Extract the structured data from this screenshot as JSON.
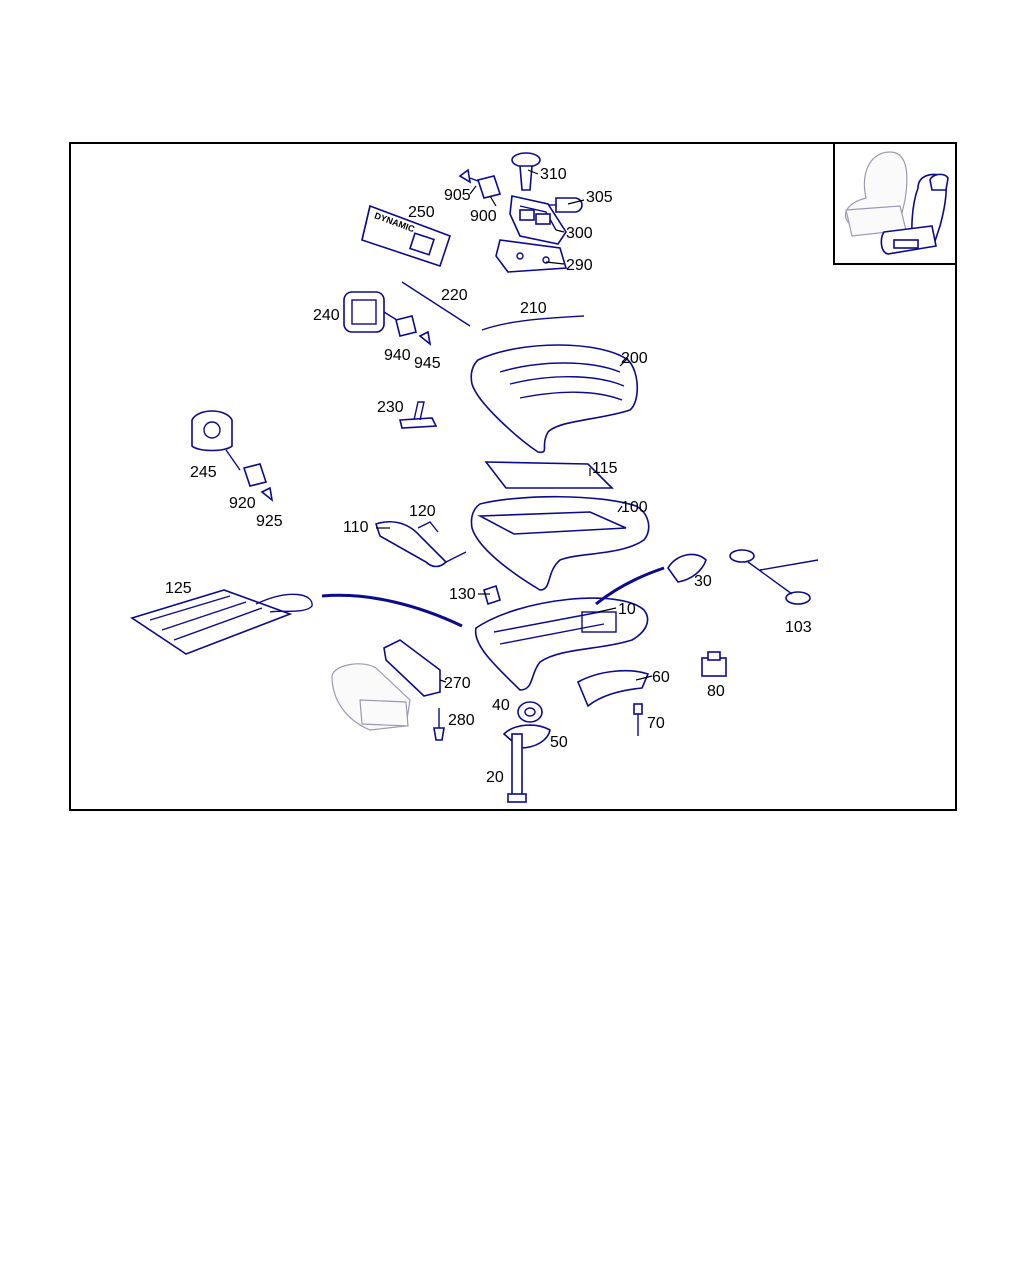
{
  "diagram": {
    "inset_emblem_text": "DYNAMIC",
    "callouts": {
      "c310": "310",
      "c305": "305",
      "c905": "905",
      "c900": "900",
      "c300": "300",
      "c250": "250",
      "c290": "290",
      "c220": "220",
      "c210": "210",
      "c240": "240",
      "c940": "940",
      "c945": "945",
      "c200": "200",
      "c230": "230",
      "c245": "245",
      "c920": "920",
      "c925": "925",
      "c115": "115",
      "c120": "120",
      "c110": "110",
      "c100": "100",
      "c30": "30",
      "c125": "125",
      "c130": "130",
      "c10": "10",
      "c103": "103",
      "c270": "270",
      "c60": "60",
      "c80": "80",
      "c40": "40",
      "c280": "280",
      "c70": "70",
      "c50": "50",
      "c20": "20"
    },
    "colors": {
      "line": "#0a0a8c",
      "frame": "#000000",
      "ghost": "#9a9ab4"
    }
  }
}
